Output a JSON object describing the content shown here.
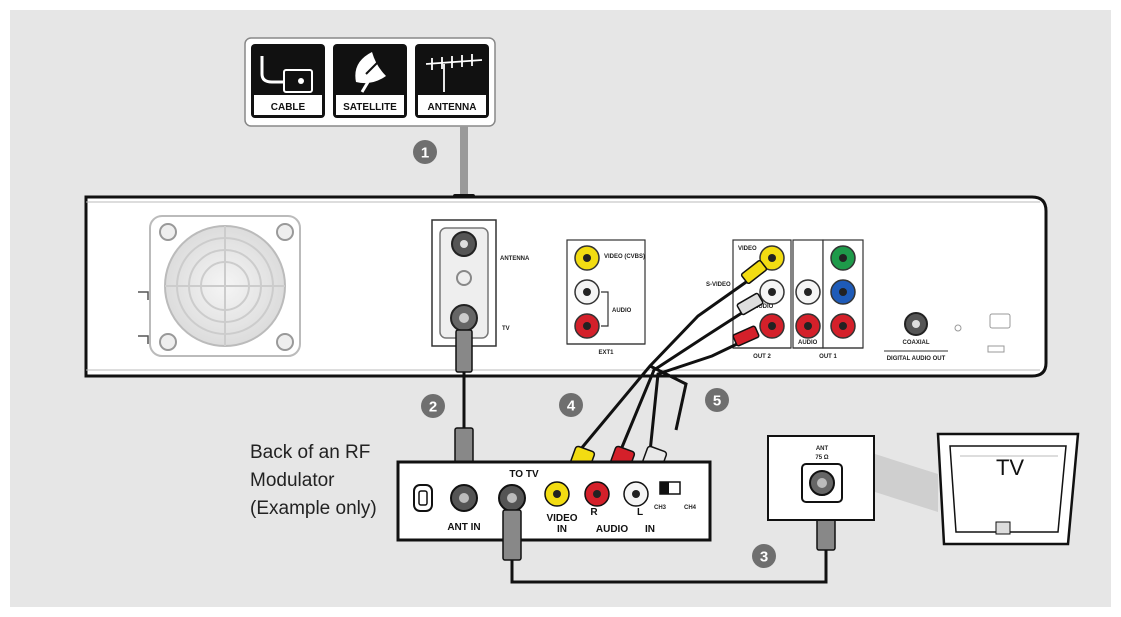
{
  "sources": {
    "cable": "CABLE",
    "satellite": "SATELLITE",
    "antenna": "ANTENNA"
  },
  "steps": [
    "1",
    "2",
    "3",
    "4",
    "5"
  ],
  "recorder": {
    "antenna_label": "ANTENNA",
    "tv_label": "TV",
    "ext1_label": "EXT1",
    "ext1_video": "VIDEO (CVBS)",
    "ext1_audio": "AUDIO",
    "out2_label": "OUT 2",
    "out2_video": "VIDEO",
    "out2_s": "S-VIDEO",
    "out2_audio": "AUDIO",
    "out1_label": "OUT 1",
    "out1_audio": "AUDIO",
    "coaxial_label": "COAXIAL",
    "digital_audio_out": "DIGITAL AUDIO OUT"
  },
  "modulator": {
    "caption_line1": "Back of an RF",
    "caption_line2": "Modulator",
    "caption_line3": "(Example only)",
    "ant_in": "ANT IN",
    "to_tv": "TO TV",
    "video_in_1": "VIDEO",
    "video_in_2": "IN",
    "r": "R",
    "l": "L",
    "audio": "AUDIO",
    "in": "IN",
    "ch3": "CH3",
    "ch4": "CH4"
  },
  "tv": {
    "ant_label": "ANT",
    "ant_ohm": "75 Ω",
    "screen_label": "TV"
  },
  "colors": {
    "background": "#e6e6e6",
    "yellow": "#f2dc12",
    "red": "#d4202a",
    "white_jack": "#f4f4f4",
    "green": "#1e9a4a",
    "blue": "#1e5bb8",
    "step_circle": "#6f6f6f",
    "cable": "#111111"
  }
}
